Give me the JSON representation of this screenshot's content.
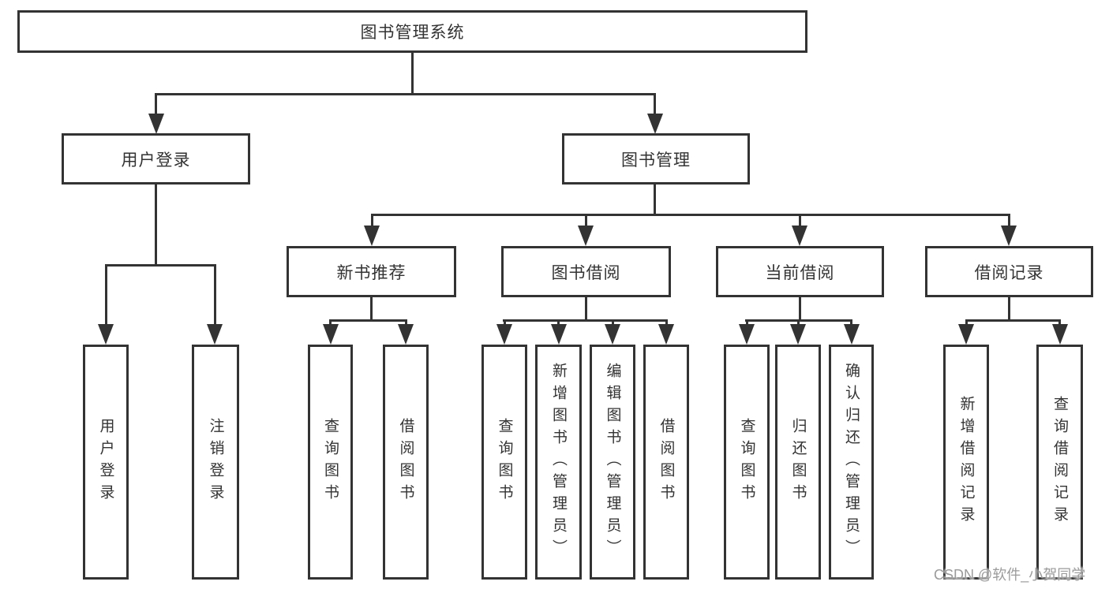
{
  "diagram": {
    "tree": {
      "root": {
        "label": "图书管理系统"
      },
      "branches": [
        {
          "label": "用户登录",
          "children": [
            {
              "label": "用户登录"
            },
            {
              "label": "注销登录"
            }
          ]
        },
        {
          "label": "图书管理",
          "children": [
            {
              "label": "新书推荐",
              "children": [
                {
                  "label": "查询图书"
                },
                {
                  "label": "借阅图书"
                }
              ]
            },
            {
              "label": "图书借阅",
              "children": [
                {
                  "label": "查询图书"
                },
                {
                  "label": "新增图书（管理员）"
                },
                {
                  "label": "编辑图书（管理员）"
                },
                {
                  "label": "借阅图书"
                }
              ]
            },
            {
              "label": "当前借阅",
              "children": [
                {
                  "label": "查询图书"
                },
                {
                  "label": "归还图书"
                },
                {
                  "label": "确认归还（管理员）"
                }
              ]
            },
            {
              "label": "借阅记录",
              "children": [
                {
                  "label": "新增借阅记录"
                },
                {
                  "label": "查询借阅记录"
                }
              ]
            }
          ]
        }
      ]
    },
    "watermark": "CSDN @软件_小贺同学",
    "colors": {
      "line": "#333333",
      "box_border": "#333333",
      "box_fill": "#ffffff",
      "text": "#333333",
      "watermark_text": "#9b9b9b",
      "background": "#ffffff"
    }
  }
}
